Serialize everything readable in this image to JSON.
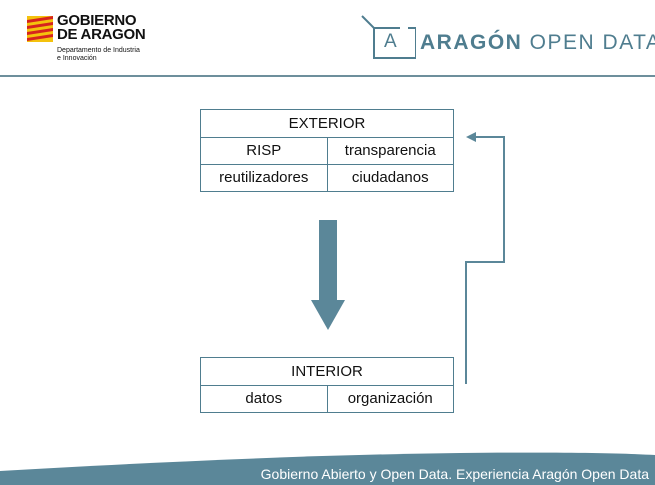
{
  "header": {
    "gov_logo": {
      "line1": "GOBIERNO",
      "line2": "DE ARAGON",
      "dept_line1": "Departamento de Industria",
      "dept_line2": "e Innovación",
      "flag_icon": "aragon-flag-icon"
    },
    "open_data_logo": {
      "letter": "A",
      "name_bold": "ARAGÓN",
      "name_light": " OPEN DATA",
      "icon": "open-box-icon"
    }
  },
  "diagram": {
    "exterior": {
      "title": "EXTERIOR",
      "rows": [
        [
          "RISP",
          "transparencia"
        ],
        [
          "reutilizadores",
          "ciudadanos"
        ]
      ]
    },
    "interior": {
      "title": "INTERIOR",
      "rows": [
        [
          "datos",
          "organización"
        ]
      ]
    }
  },
  "footer": {
    "text": "Gobierno Abierto y Open Data. Experiencia Aragón Open Data"
  },
  "colors": {
    "accent": "#4f7d8f",
    "arrow": "#5b8799",
    "rule": "#6d8f9c",
    "footer_band": "#5b8799"
  }
}
